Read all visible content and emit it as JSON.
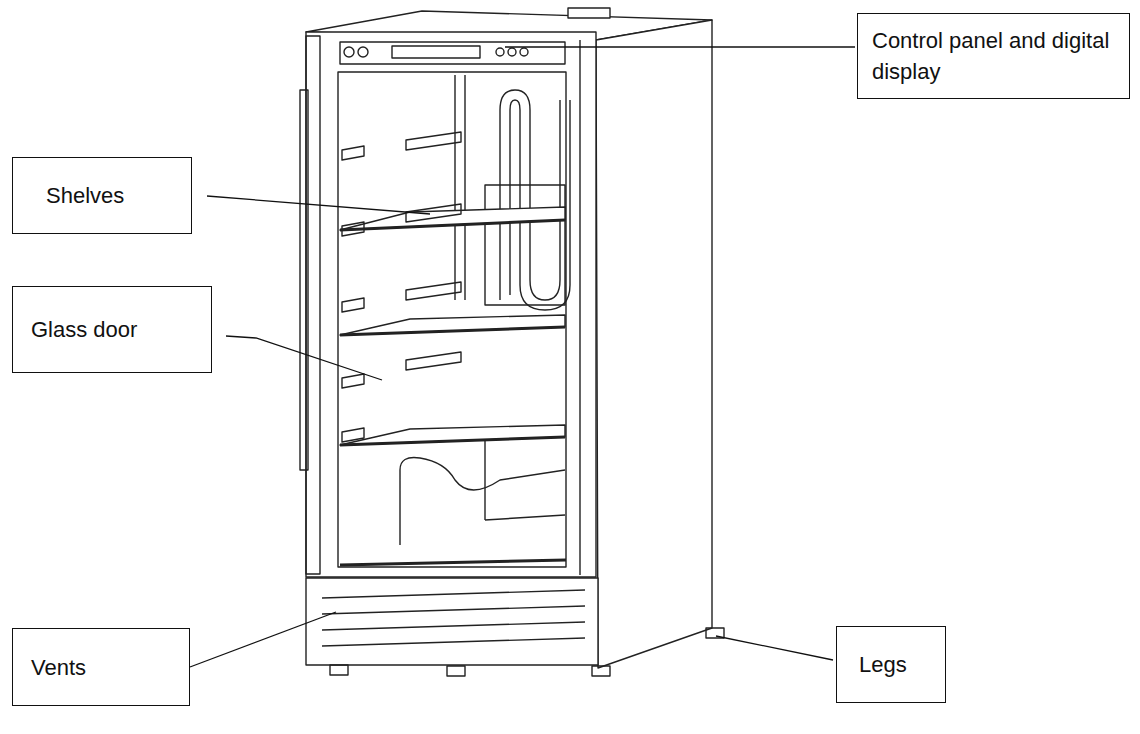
{
  "diagram": {
    "nodes": [
      {
        "text": [
          "Control panel and digital display"
        ]
      },
      {
        "text": [
          "Shelves"
        ]
      },
      {
        "text": [
          "Glass door"
        ]
      },
      {
        "text": [
          "Vents"
        ]
      },
      {
        "text": [
          "Legs"
        ]
      }
    ]
  }
}
